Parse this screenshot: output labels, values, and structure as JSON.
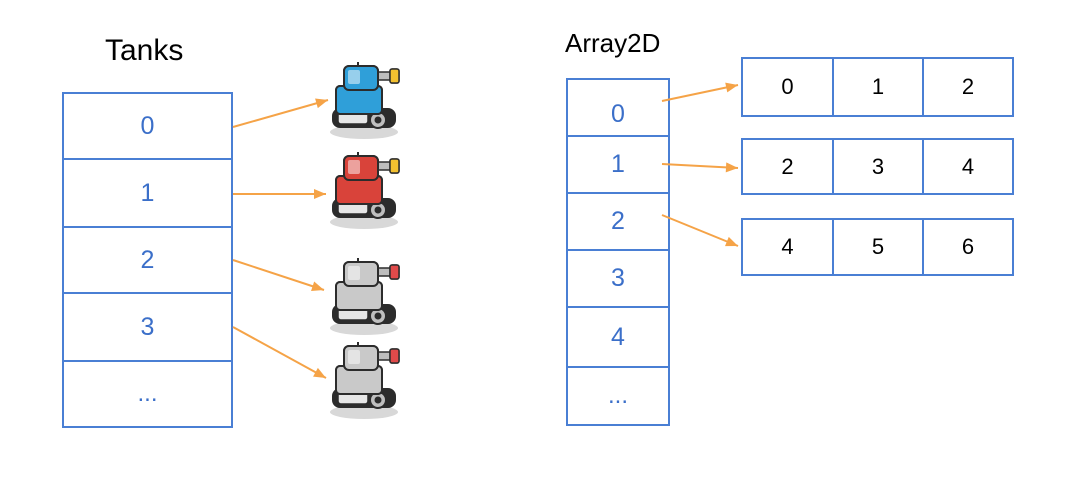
{
  "tanks_title": "Tanks",
  "array2d_title": "Array2D",
  "tanks_indices": [
    "0",
    "1",
    "2",
    "3",
    "..."
  ],
  "array2d_indices": [
    "0",
    "1",
    "2",
    "3",
    "4",
    "..."
  ],
  "array2d_rows": [
    [
      "0",
      "1",
      "2"
    ],
    [
      "2",
      "3",
      "4"
    ],
    [
      "4",
      "5",
      "6"
    ]
  ],
  "tank_sprites": [
    {
      "icon": "blue-tank-icon",
      "color": "#2f9fd9"
    },
    {
      "icon": "red-tank-icon",
      "color": "#d9433a"
    },
    {
      "icon": "gray-tank-icon",
      "color": "#c9c9c9"
    },
    {
      "icon": "gray-tank-icon",
      "color": "#c9c9c9"
    }
  ],
  "colors": {
    "cell_border": "#4a7fd4",
    "index_text": "#3b6fc9",
    "arrow": "#f5a347"
  }
}
